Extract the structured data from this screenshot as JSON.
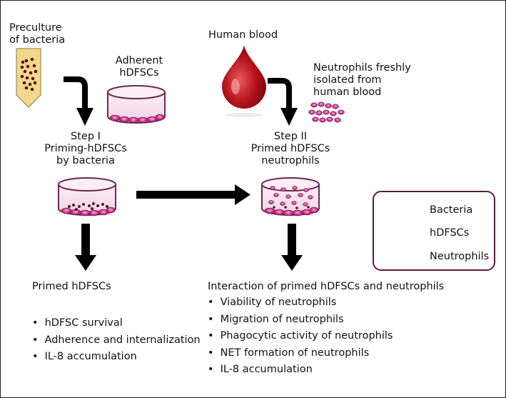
{
  "labels": {
    "preculture": [
      "Preculture",
      "of bacteria"
    ],
    "adherent": [
      "Adherent",
      "hDFSCs"
    ],
    "human_blood": "Human blood",
    "neutrophils_isolated": [
      "Neutrophils freshly",
      "isolated from",
      "human blood"
    ],
    "step1": [
      "Step I",
      "Priming-hDFSCs",
      "by bacteria"
    ],
    "step2": [
      "Step II",
      "Primed hDFSCs",
      "neutrophils"
    ]
  },
  "left_outcome": {
    "title": "Primed hDFSCs",
    "items": [
      "hDFSC survival",
      "Adherence and internalization",
      "IL-8 accumulation"
    ]
  },
  "right_outcome": {
    "title": "Interaction of primed hDFSCs and neutrophils",
    "items": [
      "Viability of neutrophils",
      "Migration of neutrophils",
      "Phagocytic activity of neutrophils",
      "NET formation of neutrophils",
      "IL-8 accumulation"
    ]
  },
  "legend": {
    "items": [
      "Bacteria",
      "hDFSCs",
      "Neutrophils"
    ]
  },
  "colors": {
    "bacteria": "#5a1428",
    "cell": "#c02a80",
    "cell_light": "#e58cc0",
    "dish_rim": "#6b2a4e",
    "dish_fill": "#f7e3ee",
    "blood": "#b5121b",
    "tube": "#f2d98a",
    "arrow": "#000000"
  }
}
